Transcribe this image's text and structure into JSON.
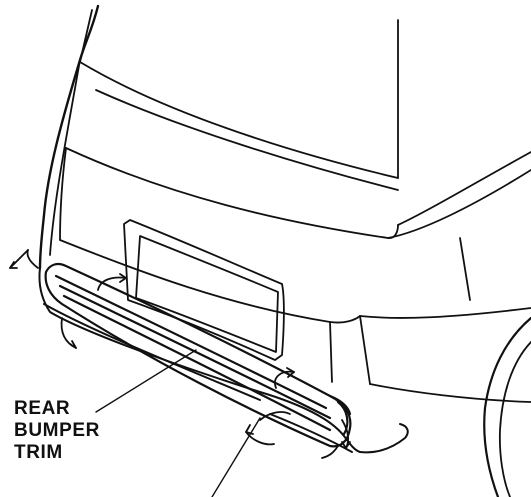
{
  "figure": {
    "callout": {
      "line1": "REAR",
      "line2": "BUMPER",
      "line3": "TRIM"
    },
    "colors": {
      "line": "#111111",
      "background": "#ffffff"
    }
  }
}
